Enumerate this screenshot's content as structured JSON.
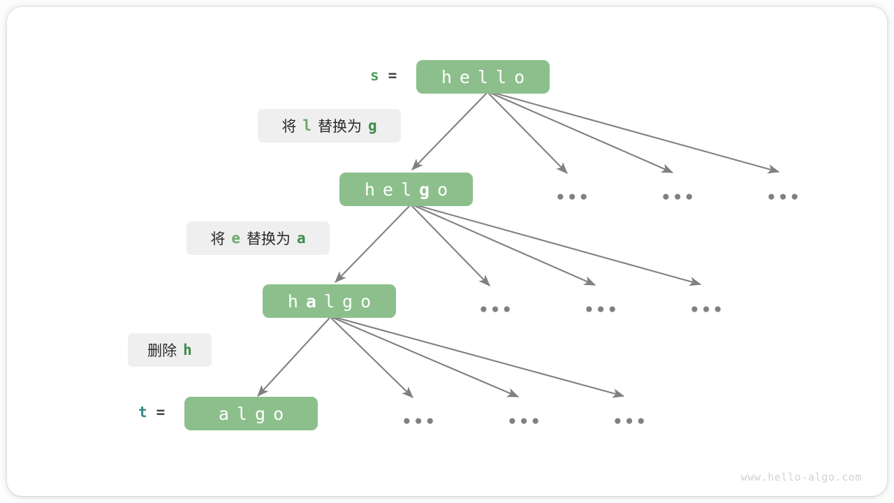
{
  "watermark": "www.hello-algo.com",
  "theme": {
    "node_fill": "#8cbf8c",
    "node_text": "#ffffff",
    "label_fill": "#efefef",
    "arrow_color": "#808080",
    "var_s_color": "#49a05f",
    "var_t_color": "#2e8b87",
    "highlight_light": "#6aa96a",
    "highlight_dark": "#3f8a4a",
    "card_bg": "#ffffff"
  },
  "variables": {
    "source": {
      "name": "s",
      "equals": "="
    },
    "target": {
      "name": "t",
      "equals": "="
    }
  },
  "nodes": [
    {
      "id": "hello",
      "text": "hello",
      "chars": [
        "h",
        "e",
        "l",
        "l",
        "o"
      ],
      "highlight_index": -1
    },
    {
      "id": "helgo",
      "text": "helgo",
      "chars": [
        "h",
        "e",
        "l",
        "g",
        "o"
      ],
      "highlight_index": 3
    },
    {
      "id": "halgo",
      "text": "halgo",
      "chars": [
        "h",
        "a",
        "l",
        "g",
        "o"
      ],
      "highlight_index": 1
    },
    {
      "id": "algo",
      "text": "algo",
      "chars": [
        "a",
        "l",
        "g",
        "o"
      ],
      "highlight_index": -1
    }
  ],
  "operations": [
    {
      "id": "op-replace-l-g",
      "prefix": "将",
      "from": "l",
      "middle": "替换为",
      "to": "g"
    },
    {
      "id": "op-replace-e-a",
      "prefix": "将",
      "from": "e",
      "middle": "替换为",
      "to": "a"
    },
    {
      "id": "op-delete-h",
      "prefix": "删除",
      "from": "h",
      "middle": "",
      "to": ""
    }
  ],
  "ellipses": {
    "glyph": "•••",
    "row1": [
      "•••",
      "•••",
      "•••"
    ],
    "row2": [
      "•••",
      "•••",
      "•••"
    ],
    "row3": [
      "•••",
      "•••",
      "•••"
    ]
  }
}
